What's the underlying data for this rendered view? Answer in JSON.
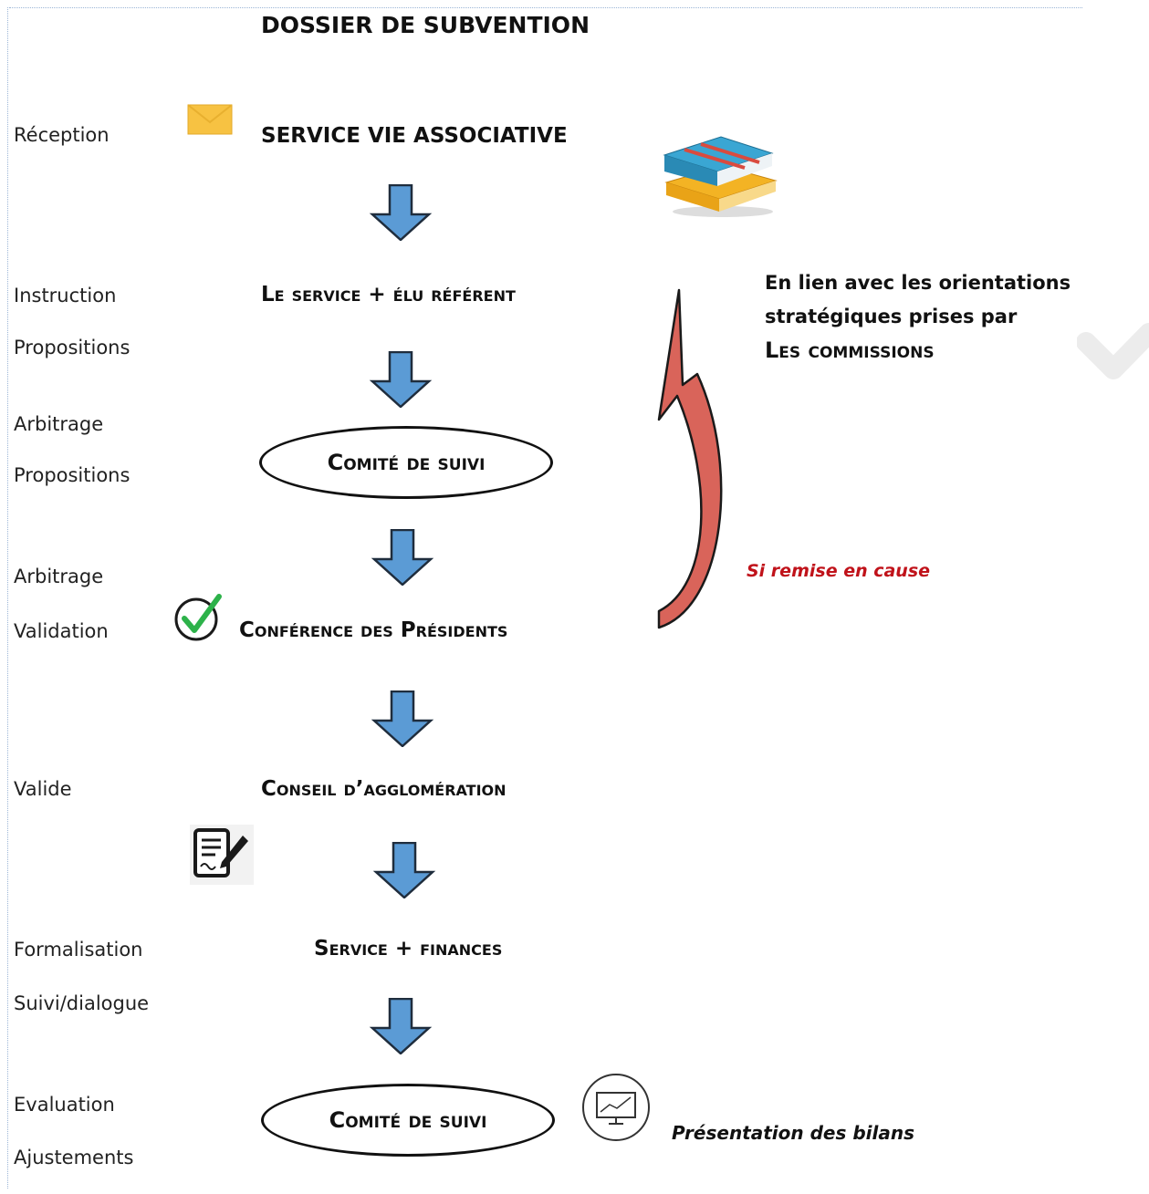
{
  "title": "DOSSIER DE SUBVENTION",
  "steps": [
    {
      "stage": "SERVICE VIE ASSOCIATIVE",
      "labels": [
        "Réception"
      ]
    },
    {
      "stage": "Le service + élu référent",
      "labels": [
        "Instruction",
        "Propositions"
      ]
    },
    {
      "stage": "Comité de suivi",
      "labels": [
        "Arbitrage",
        "Propositions"
      ]
    },
    {
      "stage": "Conférence des Présidents",
      "labels": [
        "Arbitrage",
        "Validation"
      ]
    },
    {
      "stage": "Conseil d’agglomération",
      "labels": [
        "Valide"
      ]
    },
    {
      "stage": "Service + finances",
      "labels": [
        "Formalisation",
        "Suivi/dialogue"
      ]
    },
    {
      "stage": "Comité de suivi",
      "labels": [
        "Evaluation",
        "Ajustements"
      ]
    }
  ],
  "side_note": {
    "line1": "En lien avec les orientations",
    "line2": "stratégiques prises par",
    "line3": "Les commissions"
  },
  "feedback_label": "Si remise en cause",
  "bilans_label": "Présentation des bilans",
  "colors": {
    "arrow_fill": "#5b9bd5",
    "curved_arrow_fill": "#d9645a",
    "feedback_text": "#c0121a",
    "envelope": "#f7c242",
    "check": "#2db24a"
  },
  "icons": [
    "envelope-icon",
    "books-icon",
    "checkmark-icon",
    "document-sign-icon",
    "presentation-icon",
    "chevron-decoration"
  ]
}
